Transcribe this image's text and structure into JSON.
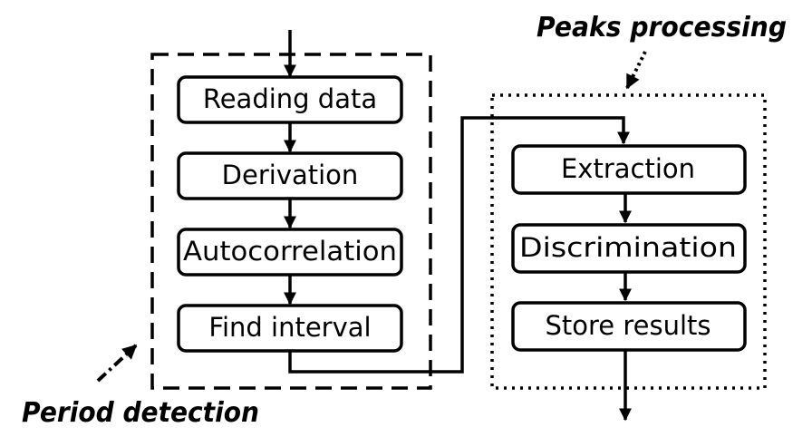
{
  "groups": {
    "period_detection": {
      "label": "Period detection",
      "steps": [
        "Reading data",
        "Derivation",
        "Autocorrelation",
        "Find interval"
      ]
    },
    "peaks_processing": {
      "label": "Peaks processing",
      "steps": [
        "Extraction",
        "Discrimination",
        "Store results"
      ]
    }
  },
  "colors": {
    "stroke": "#000000",
    "background": "#ffffff"
  }
}
